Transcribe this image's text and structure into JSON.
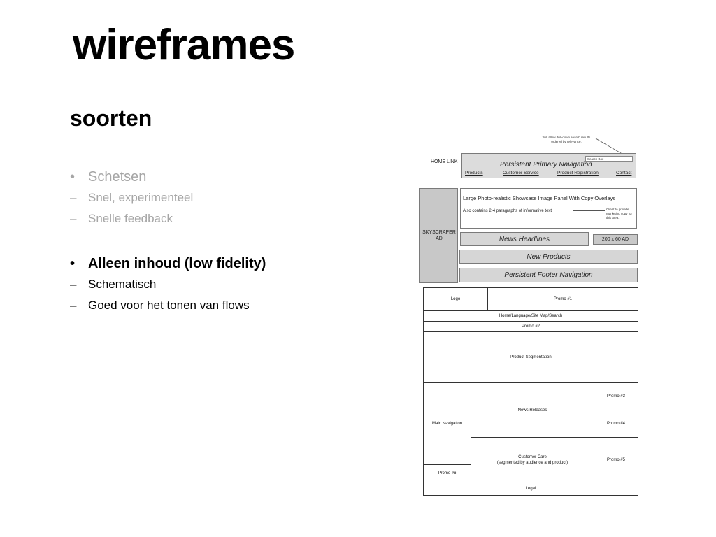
{
  "slide": {
    "title": "wireframes",
    "subtitle": "soorten"
  },
  "bullets": [
    {
      "mark": "•",
      "text": "Schetsen"
    },
    {
      "mark": "–",
      "text": "Snel, experimenteel"
    },
    {
      "mark": "–",
      "text": "Snelle feedback"
    },
    {
      "mark": "•",
      "text": "Alleen inhoud (low fidelity)"
    },
    {
      "mark": "–",
      "text": "Schematisch"
    },
    {
      "mark": "–",
      "text": "Goed voor het tonen van flows"
    }
  ],
  "colors": {
    "muted_text": "#a6a6a6",
    "wireframe_grey": "#c8c8c8"
  },
  "wireframe_top": {
    "note": "Will allow drill-down search results ordered by relevance.",
    "home_link": "HOME LINK",
    "search_box": "Search Box",
    "nav_title": "Persistent  Primary Navigation",
    "nav_links": [
      "Products",
      "Customer Service",
      "Product Registration",
      "Contact"
    ],
    "skyscraper": "SKYSCRAPER AD",
    "showcase_title": "Large Photo-realistic Showcase Image Panel With Copy Overlays",
    "showcase_sub": "Also contains 2-4 paragraphs of informative text",
    "showcase_note": "Client to provide marketing copy for this area.",
    "news_headlines": "News Headlines",
    "ad_size": "200 x 60 AD",
    "new_products": "New Products",
    "footer_nav": "Persistent  Footer Navigation"
  },
  "wireframe_bottom": {
    "logo": "Logo",
    "promo1": "Promo #1",
    "home_bar": "Home/Language/Site Map/Search",
    "promo2": "Promo #2",
    "product_segmentation": "Product Segmentation",
    "main_navigation": "Main Navigation",
    "news_releases": "News Releases",
    "promo3": "Promo #3",
    "promo4": "Promo #4",
    "customer_care": "Customer Care",
    "customer_care_sub": "(segmented by audience and product)",
    "promo5": "Promo #5",
    "promo6": "Promo #6",
    "legal": "Legal"
  }
}
